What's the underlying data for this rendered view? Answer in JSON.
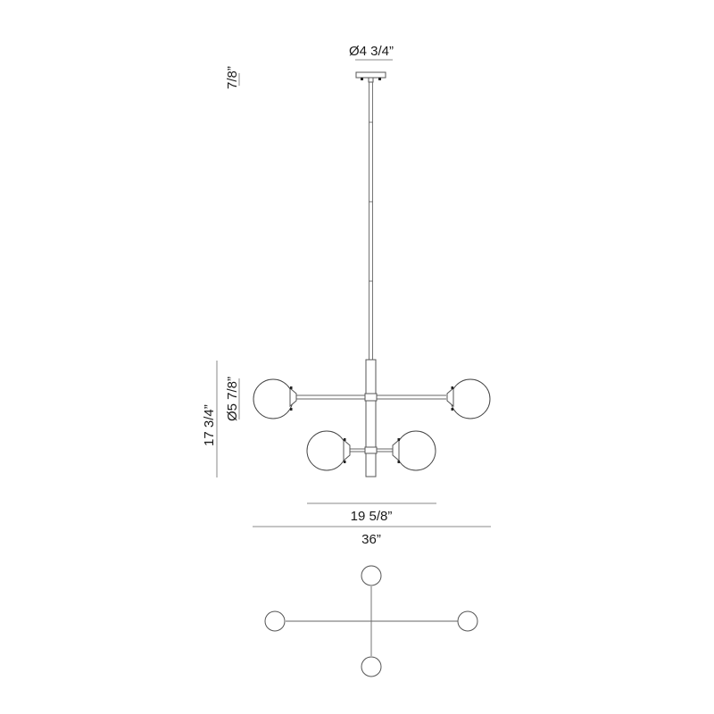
{
  "drawing": {
    "title": "Pendant chandelier dimension drawing",
    "colors": {
      "background": "#ffffff",
      "line": "#555555",
      "dimension_line": "#8a8a8a",
      "text": "#1a1a1a"
    },
    "dimensions": {
      "canopy_diameter": "Ø4 3/4”",
      "canopy_height": "7/8”",
      "fixture_height": "17 3/4”",
      "globe_diameter": "Ø5 7/8”",
      "inner_width": "19 5/8”",
      "overall_width": "36”"
    },
    "views": {
      "elevation": {
        "label": "front-elevation",
        "globes": 4,
        "stem_segments": 4
      },
      "plan": {
        "label": "top-plan",
        "globes": 4
      }
    }
  }
}
